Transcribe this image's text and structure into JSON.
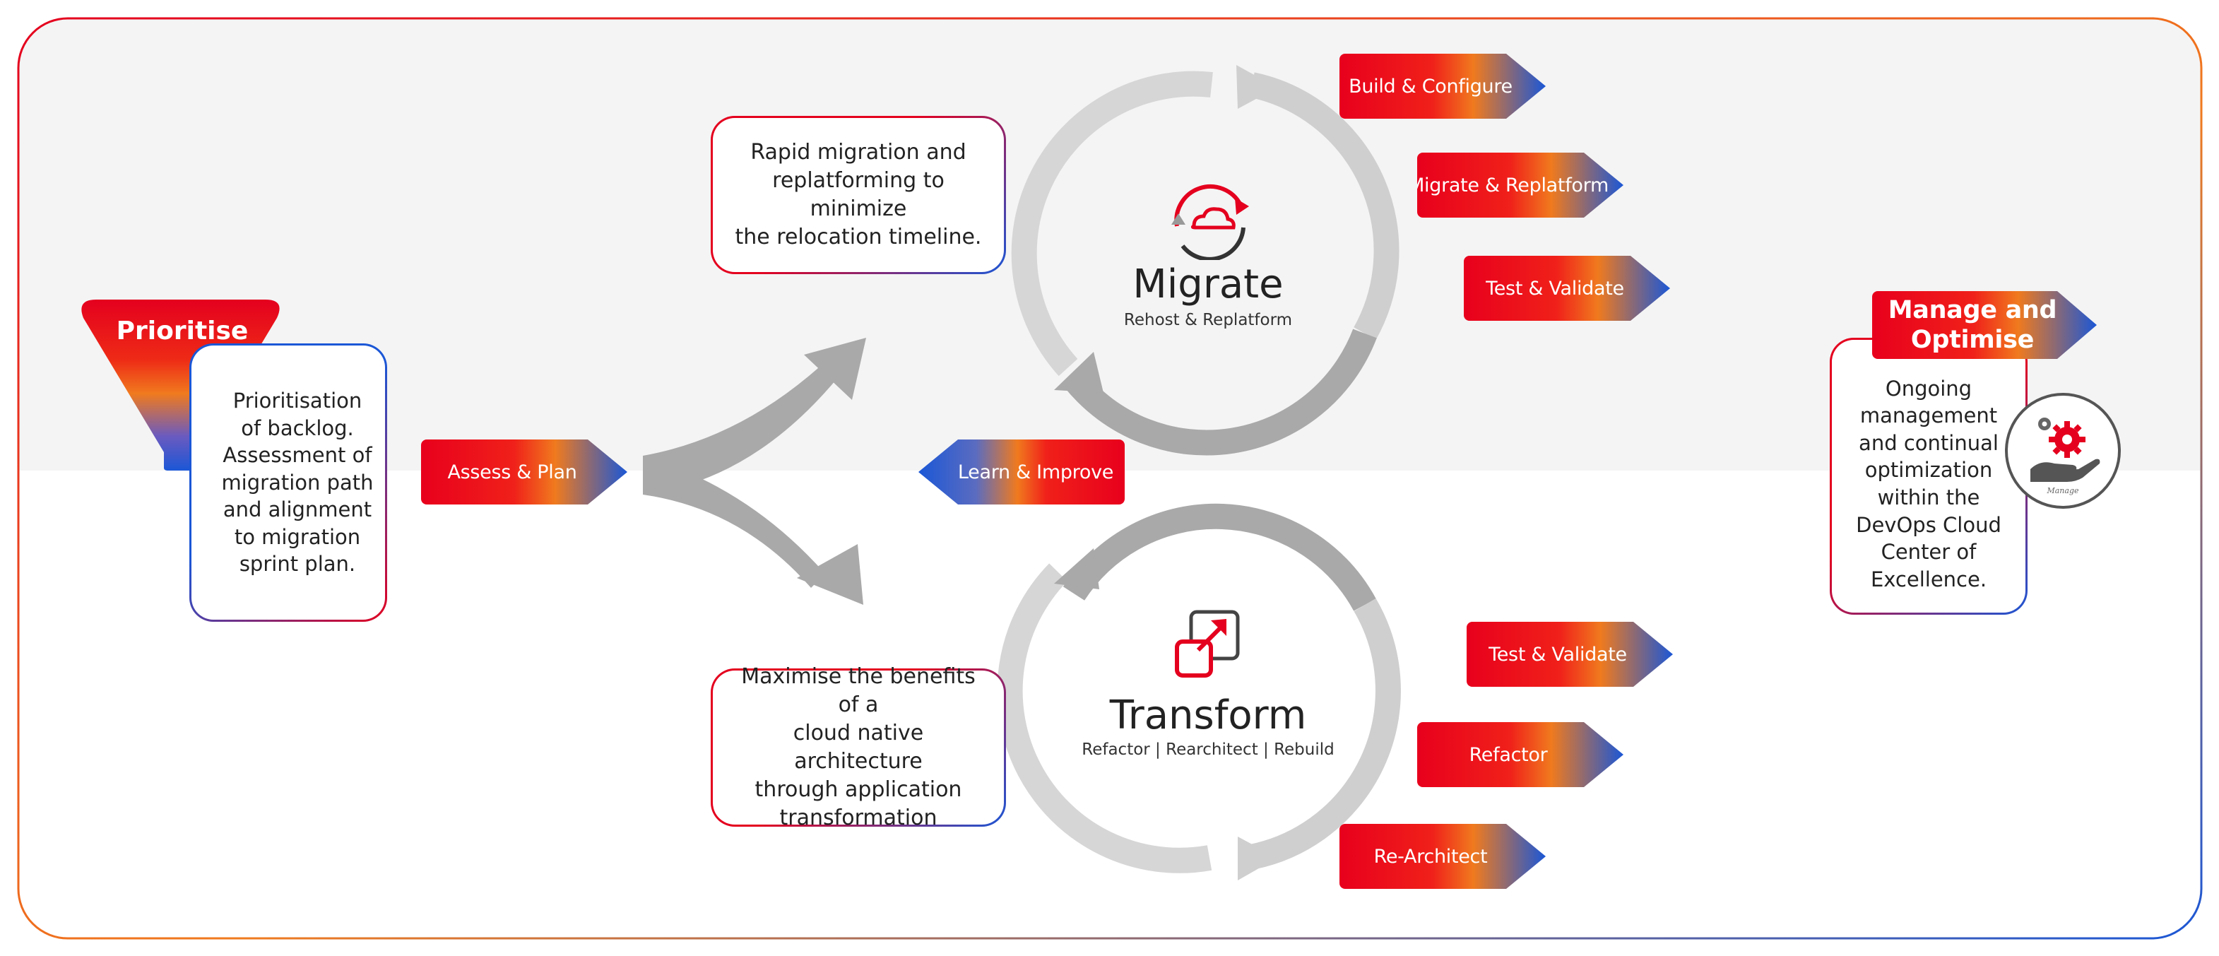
{
  "prioritise": {
    "title": "Prioritise",
    "description": "Prioritisation\nof backlog.\nAssessment of\nmigration path\nand alignment\nto migration\nsprint plan."
  },
  "assess_plan": {
    "label": "Assess & Plan"
  },
  "learn_improve": {
    "label": "Learn & Improve"
  },
  "migrate": {
    "title": "Migrate",
    "subtitle": "Rehost & Replatform",
    "description": "Rapid migration and\nreplatforming to minimize\nthe relocation timeline.",
    "steps": [
      "Build & Configure",
      "Migrate & Replatform",
      "Test & Validate"
    ]
  },
  "transform": {
    "title": "Transform",
    "subtitle": "Refactor | Rearchitect | Rebuild",
    "description": "Maximise the benefits of a\ncloud native architecture\nthrough application\ntransformation",
    "steps": [
      "Test & Validate",
      "Refactor",
      "Re-Architect"
    ]
  },
  "manage": {
    "title": "Manage and\nOptimise",
    "description": "Ongoing\nmanagement\nand continual\noptimization\nwithin the\nDevOps Cloud\nCenter of\nExcellence.",
    "icon_label": "Manage"
  },
  "colors": {
    "red": "#e4001e",
    "blue": "#1b57d6",
    "orange": "#f07a1e",
    "grey": "#b4b4b4",
    "bg_top": "#f4f4f4"
  }
}
